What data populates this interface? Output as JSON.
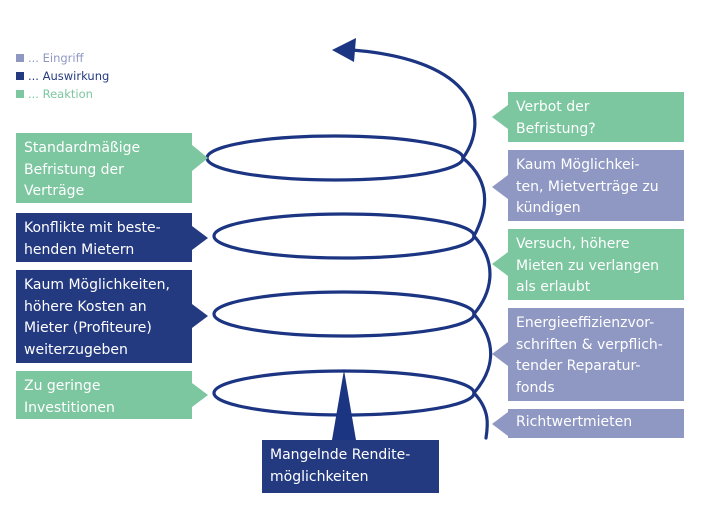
{
  "colors": {
    "eingriff": "#8f98c3",
    "auswirkung": "#243a80",
    "reaktion": "#7cc6a0",
    "spiral": "#1c3583"
  },
  "legend": [
    {
      "label": "... Eingriff",
      "type": "eingriff"
    },
    {
      "label": "... Auswirkung",
      "type": "auswirkung"
    },
    {
      "label": "... Reaktion",
      "type": "reaktion"
    }
  ],
  "left_boxes": [
    {
      "text": "Standardmäßige\nBefristung der\nVerträge",
      "type": "reaktion"
    },
    {
      "text": "Konflikte mit beste-\nhenden Mietern",
      "type": "auswirkung"
    },
    {
      "text": "Kaum Möglichkeiten,\nhöhere Kosten an\nMieter (Profiteure)\nweiterzugeben",
      "type": "auswirkung"
    },
    {
      "text": "Zu geringe\nInvestitionen",
      "type": "reaktion"
    }
  ],
  "right_boxes": [
    {
      "text": "Verbot der\nBefristung?",
      "type": "reaktion"
    },
    {
      "text": "Kaum Möglichkei-\nten, Mietverträge zu\nkündigen",
      "type": "eingriff"
    },
    {
      "text": "Versuch, höhere\nMieten zu verlangen\nals erlaubt",
      "type": "reaktion"
    },
    {
      "text": "Energieeffizienzvor-\nschriften & verpflich-\ntender Reparatur-\nfonds",
      "type": "eingriff"
    },
    {
      "text": "Richtwertmieten",
      "type": "eingriff"
    }
  ],
  "bottom_box": {
    "text": "Mangelnde Rendite-\nmöglichkeiten",
    "type": "auswirkung"
  }
}
